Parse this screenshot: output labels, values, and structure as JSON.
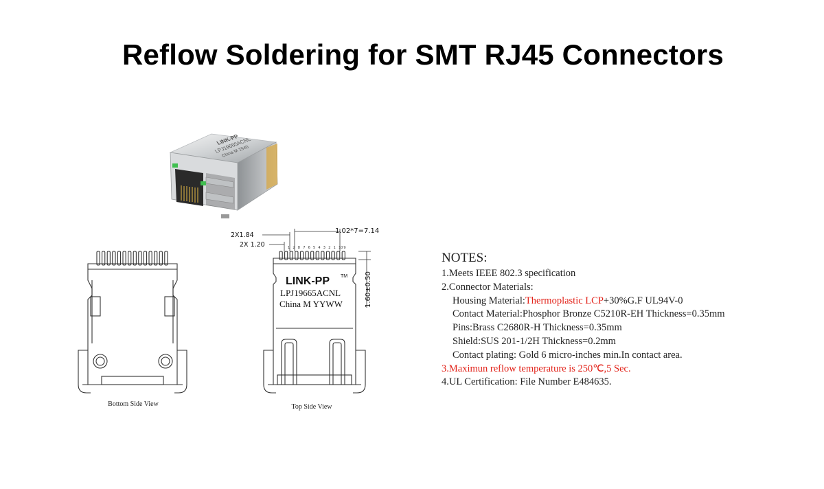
{
  "title": "Reflow Soldering for SMT RJ45 Connectors",
  "colors": {
    "accent_red": "#e2231a",
    "text": "#222222",
    "line": "#333333"
  },
  "product_photo": {
    "brand": "LINK-PP",
    "part": "LPJ19665ACNL",
    "marking": "China M 1940"
  },
  "top_view": {
    "brand": "LINK-PP",
    "trademark": "TM",
    "part": "LPJ19665ACNL",
    "marking": "China M YYWW",
    "caption": "Top Side View",
    "dim_pitch": "1.02*7=7.14",
    "dim_a": "2X1.84",
    "dim_b": "2X 1.20",
    "dim_height": "1.60±0.50",
    "pin_numbers": [
      "1",
      "2",
      "8",
      "7",
      "6",
      "5",
      "4",
      "3",
      "2",
      "1",
      "10",
      "9"
    ]
  },
  "bottom_view": {
    "caption": "Bottom Side View"
  },
  "notes": {
    "heading": "NOTES:",
    "n1": "1.Meets IEEE 802.3 specification",
    "n2": "2.Connector Materials:",
    "housing_prefix": "Housing Material:",
    "housing_highlight": "Thermoplastic LCP",
    "housing_suffix": "+30%G.F UL94V-0",
    "contact": "Contact Material:Phosphor Bronze C5210R-EH Thickness=0.35mm",
    "pins": "Pins:Brass C2680R-H  Thickness=0.35mm",
    "shield": "Shield:SUS 201-1/2H Thickness=0.2mm",
    "plating": "Contact plating: Gold 6 micro-inches min.In contact area.",
    "n3": "3.Maximun reflow temperature is 250℃,5 Sec.",
    "n4": "4.UL Certification: File Number E484635."
  }
}
